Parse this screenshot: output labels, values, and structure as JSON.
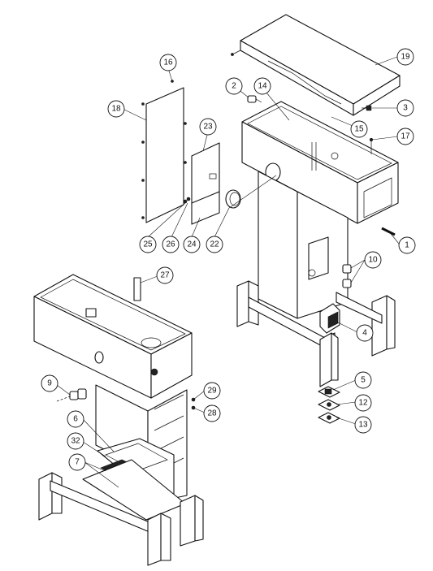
{
  "callouts": [
    {
      "id": "c1",
      "label": "1"
    },
    {
      "id": "c2",
      "label": "2"
    },
    {
      "id": "c3",
      "label": "3"
    },
    {
      "id": "c4",
      "label": "4"
    },
    {
      "id": "c5",
      "label": "5"
    },
    {
      "id": "c6",
      "label": "6"
    },
    {
      "id": "c7",
      "label": "7"
    },
    {
      "id": "c9",
      "label": "9"
    },
    {
      "id": "c10",
      "label": "10"
    },
    {
      "id": "c12",
      "label": "12"
    },
    {
      "id": "c13",
      "label": "13"
    },
    {
      "id": "c14",
      "label": "14"
    },
    {
      "id": "c15",
      "label": "15"
    },
    {
      "id": "c16",
      "label": "16"
    },
    {
      "id": "c17",
      "label": "17"
    },
    {
      "id": "c18",
      "label": "18"
    },
    {
      "id": "c19",
      "label": "19"
    },
    {
      "id": "c22",
      "label": "22"
    },
    {
      "id": "c23",
      "label": "23"
    },
    {
      "id": "c24",
      "label": "24"
    },
    {
      "id": "c25",
      "label": "25"
    },
    {
      "id": "c26",
      "label": "26"
    },
    {
      "id": "c27",
      "label": "27"
    },
    {
      "id": "c28",
      "label": "28"
    },
    {
      "id": "c29",
      "label": "29"
    },
    {
      "id": "c32",
      "label": "32"
    }
  ]
}
